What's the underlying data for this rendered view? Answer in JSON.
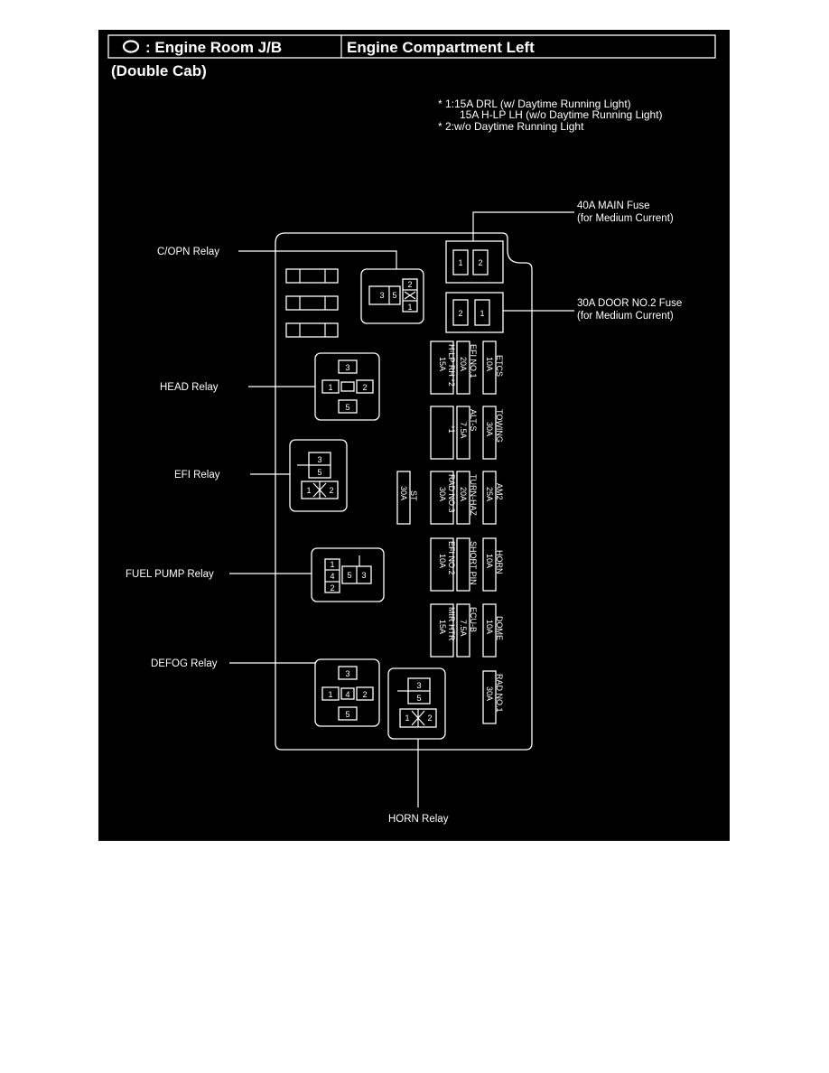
{
  "header": {
    "jb_label": ": Engine Room J/B",
    "location": "Engine Compartment Left",
    "subtitle": "(Double Cab)"
  },
  "notes": [
    "* 1:15A DRL (w/ Daytime Running Light)",
    "15A H-LP LH (w/o Daytime Running Light)",
    "* 2:w/o Daytime Running Light"
  ],
  "callouts": {
    "main_fuse": [
      "40A MAIN Fuse",
      "(for Medium Current)"
    ],
    "door_fuse": [
      "30A DOOR NO.2 Fuse",
      "(for Medium Current)"
    ],
    "copn_relay": "C/OPN Relay",
    "head_relay": "HEAD Relay",
    "efi_relay": "EFI Relay",
    "fuel_pump_relay": "FUEL PUMP Relay",
    "defog_relay": "DEFOG Relay",
    "horn_relay": "HORN Relay"
  },
  "fuses": [
    {
      "name": "H-LP RH *2",
      "amp": "15A"
    },
    {
      "name": "EFI NO.1",
      "amp": "20A"
    },
    {
      "name": "ETCS",
      "amp": "10A"
    },
    {
      "name": "*1",
      "amp": ""
    },
    {
      "name": "ALT-S",
      "amp": "7.5A"
    },
    {
      "name": "TOWING",
      "amp": "30A"
    },
    {
      "name": "ST",
      "amp": "30A"
    },
    {
      "name": "RAD NO.3",
      "amp": "30A"
    },
    {
      "name": "TURN-HAZ",
      "amp": "20A"
    },
    {
      "name": "AM2",
      "amp": "25A"
    },
    {
      "name": "EFI NO.2",
      "amp": "10A"
    },
    {
      "name": "SHORT PIN",
      "amp": ""
    },
    {
      "name": "HORN",
      "amp": "10A"
    },
    {
      "name": "MIR HTR",
      "amp": "15A"
    },
    {
      "name": "ECU-B",
      "amp": "7.5A"
    },
    {
      "name": "DOME",
      "amp": "10A"
    },
    {
      "name": "RAD NO.1",
      "amp": "30A"
    }
  ],
  "pins": {
    "main_fuse": [
      "1",
      "2"
    ],
    "door_fuse": [
      "2",
      "1"
    ],
    "copn": [
      "3",
      "5",
      "2",
      "1"
    ],
    "head": [
      "3",
      "1",
      "2",
      "5"
    ],
    "efi": [
      "3",
      "5",
      "1",
      "2"
    ],
    "fuel_pump": [
      "1",
      "4",
      "2",
      "5",
      "3"
    ],
    "defog": [
      "3",
      "1",
      "4",
      "2",
      "5"
    ],
    "horn": [
      "3",
      "5",
      "1",
      "2"
    ]
  }
}
